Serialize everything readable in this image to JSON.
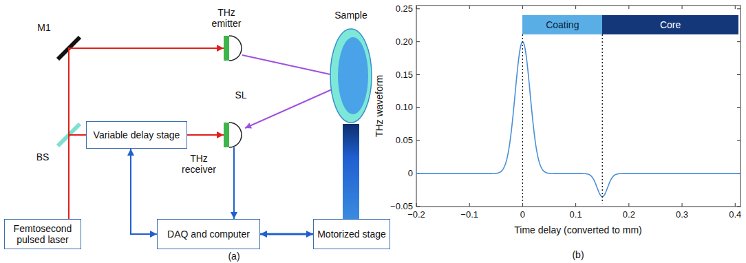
{
  "diagram": {
    "nodes": [
      {
        "text": [
          "Femtosecond pulsed laser"
        ]
      },
      {
        "text": [
          "Variable delay stage"
        ]
      },
      {
        "text": [
          "THz emitter"
        ]
      },
      {
        "text": [
          "THz receiver"
        ]
      },
      {
        "text": [
          "DAQ and computer"
        ]
      },
      {
        "text": [
          "Motorized stage"
        ]
      },
      {
        "text": [
          "Coating"
        ]
      },
      {
        "text": [
          "Core"
        ]
      }
    ],
    "edges": [
      {
        "from": 0,
        "to": 2,
        "arrow": "to"
      },
      {
        "from": 0,
        "to": 1,
        "arrow": "none"
      },
      {
        "from": 1,
        "to": 3,
        "arrow": "to"
      },
      {
        "from": 3,
        "to": 4,
        "arrow": "to"
      },
      {
        "from": 1,
        "to": 4,
        "arrow": "both"
      },
      {
        "from": 4,
        "to": 5,
        "arrow": "both"
      }
    ],
    "labels": [
      "M1",
      "BS",
      "SL",
      "Sample",
      "(a)",
      "0.25",
      "0.20",
      "0.15",
      "0.10",
      "0.05",
      "0",
      "−0.05",
      "−0.2",
      "−0.1",
      "0",
      "0.1",
      "0.2",
      "0.3",
      "0.4",
      "THz waveform",
      "Time delay (converted to mm)",
      "(b)"
    ]
  }
}
